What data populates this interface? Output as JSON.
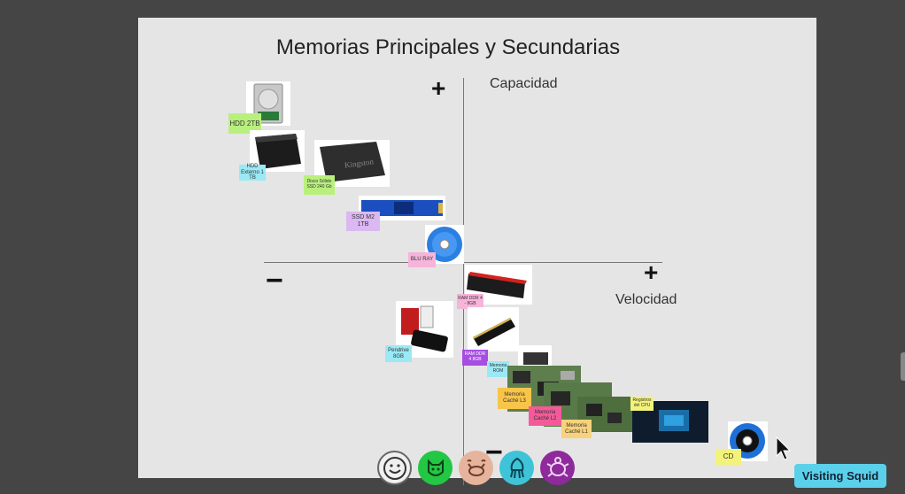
{
  "board": {
    "title": "Memorias Principales y Secundarias",
    "y_axis": {
      "label": "Capacidad",
      "plus": "+",
      "minus": "−"
    },
    "x_axis": {
      "label": "Velocidad",
      "plus": "+",
      "minus": "−"
    }
  },
  "notes": {
    "hdd_2tb": "HDD 2TB",
    "hdd_ext": "HDD Externo 1 TB",
    "ssd_sata": "Disco Sólido SSD 240 Gb",
    "ssd_m2": "SSD M2 1TB",
    "bluray": "BLU RAY",
    "ram_ddr4": "RAM DDR 4 - 8GB",
    "pendrive": "Pendrive 8GB",
    "ram_ddr4_b": "RAM DDR 4 8GB",
    "rom": "Memoria ROM",
    "cache_l3": "Memoria Caché L3",
    "cache_l2": "Memoria Caché L2",
    "cache_l1": "Memoria Caché L1",
    "registros": "Registros del CPU",
    "cd": "CD"
  },
  "participants": [
    {
      "name": "smiley",
      "color": "#f0f0f0"
    },
    {
      "name": "boar",
      "color": "#22c744"
    },
    {
      "name": "crab",
      "color": "#e6b49c"
    },
    {
      "name": "squid",
      "color": "#3ec3d8"
    },
    {
      "name": "turtle",
      "color": "#8e2a9c"
    }
  ],
  "visiting_label": "Visiting Squid"
}
